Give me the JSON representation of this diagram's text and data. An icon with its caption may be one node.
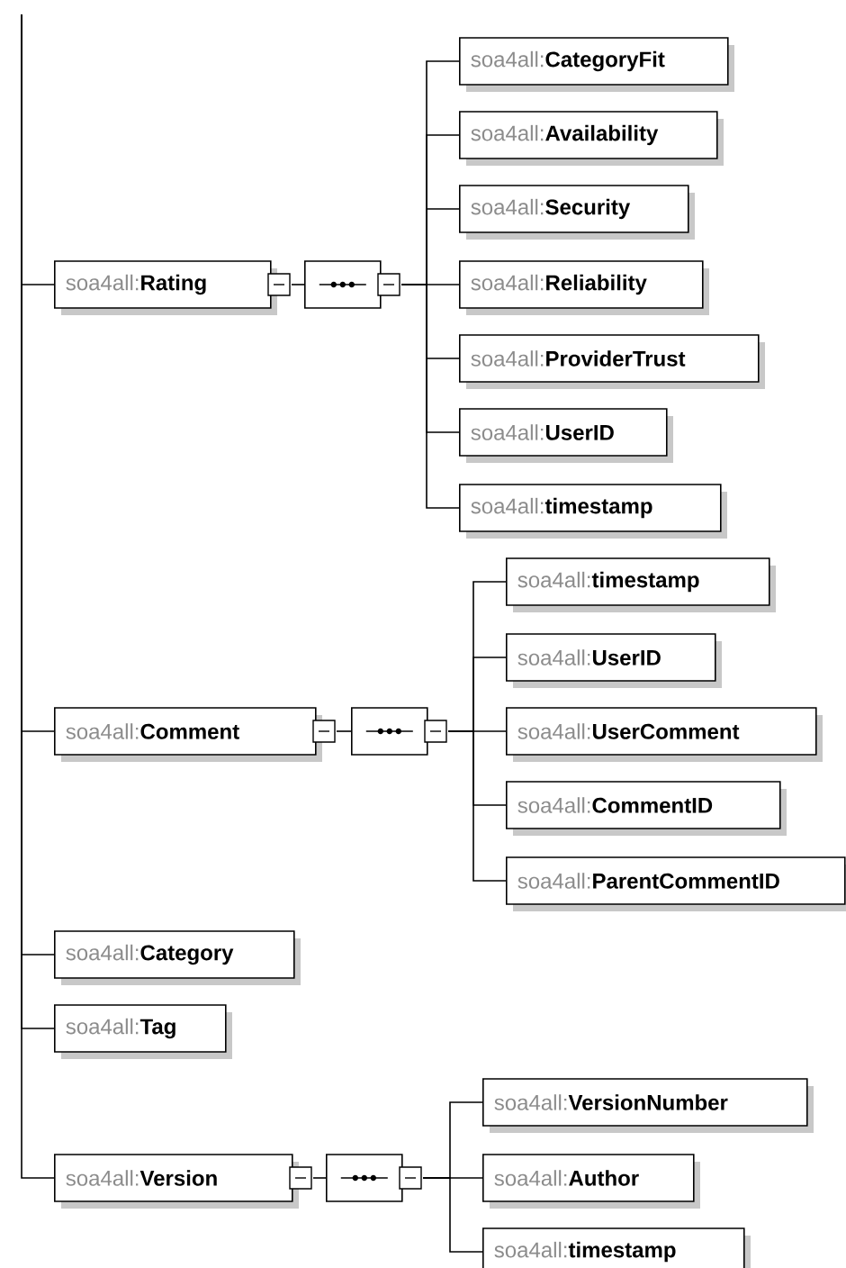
{
  "diagram": {
    "nodes": [
      {
        "text": [
          "soa4all:**Rating**"
        ]
      },
      {
        "text": [],
        "shape": "octagon"
      },
      {
        "text": [
          "soa4all:**CategoryFit**"
        ]
      },
      {
        "text": [
          "soa4all:**Availability**"
        ]
      },
      {
        "text": [
          "soa4all:**Security**"
        ]
      },
      {
        "text": [
          "soa4all:**Reliability**"
        ]
      },
      {
        "text": [
          "soa4all:**ProviderTrust**"
        ]
      },
      {
        "text": [
          "soa4all:**UserID**"
        ]
      },
      {
        "text": [
          "soa4all:**timestamp**"
        ]
      },
      {
        "text": [
          "soa4all:**Comment**"
        ]
      },
      {
        "text": [],
        "shape": "octagon"
      },
      {
        "text": [
          "soa4all:**timestamp**"
        ]
      },
      {
        "text": [
          "soa4all:**UserID**"
        ]
      },
      {
        "text": [
          "soa4all:**UserComment**"
        ]
      },
      {
        "text": [
          "soa4all:**CommentID**"
        ]
      },
      {
        "text": [
          "soa4all:**ParentCommentID**"
        ]
      },
      {
        "text": [
          "soa4all:**Category**"
        ]
      },
      {
        "text": [
          "soa4all:**Tag**"
        ]
      },
      {
        "text": [
          "soa4all:**Version**"
        ]
      },
      {
        "text": [],
        "shape": "octagon"
      },
      {
        "text": [
          "soa4all:**VersionNumber**"
        ]
      },
      {
        "text": [
          "soa4all:**Author**"
        ]
      },
      {
        "text": [
          "soa4all:**timestamp**"
        ]
      }
    ],
    "edges": [
      {
        "from": null,
        "to": 0,
        "arrow": "none"
      },
      {
        "from": null,
        "to": 9,
        "arrow": "none"
      },
      {
        "from": null,
        "to": 16,
        "arrow": "none"
      },
      {
        "from": null,
        "to": 17,
        "arrow": "none"
      },
      {
        "from": null,
        "to": 18,
        "arrow": "none"
      },
      {
        "from": 0,
        "to": 1,
        "arrow": "none"
      },
      {
        "from": 1,
        "to": 2,
        "arrow": "none"
      },
      {
        "from": 1,
        "to": 3,
        "arrow": "none"
      },
      {
        "from": 1,
        "to": 4,
        "arrow": "none"
      },
      {
        "from": 1,
        "to": 5,
        "arrow": "none"
      },
      {
        "from": 1,
        "to": 6,
        "arrow": "none"
      },
      {
        "from": 1,
        "to": 7,
        "arrow": "none"
      },
      {
        "from": 1,
        "to": 8,
        "arrow": "none"
      },
      {
        "from": 9,
        "to": 10,
        "arrow": "none"
      },
      {
        "from": 10,
        "to": 11,
        "arrow": "none"
      },
      {
        "from": 10,
        "to": 12,
        "arrow": "none"
      },
      {
        "from": 10,
        "to": 13,
        "arrow": "none"
      },
      {
        "from": 10,
        "to": 14,
        "arrow": "none"
      },
      {
        "from": 10,
        "to": 15,
        "arrow": "none"
      },
      {
        "from": 18,
        "to": 19,
        "arrow": "none"
      },
      {
        "from": 19,
        "to": 20,
        "arrow": "none"
      },
      {
        "from": 19,
        "to": 21,
        "arrow": "none"
      },
      {
        "from": 19,
        "to": 22,
        "arrow": "none"
      }
    ]
  }
}
